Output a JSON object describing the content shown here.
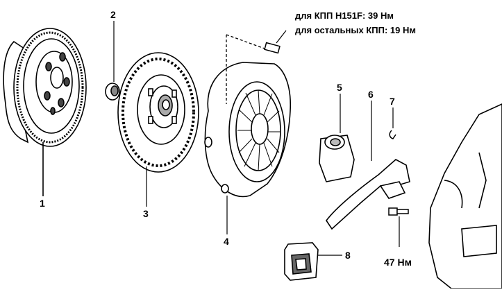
{
  "torque_notes": {
    "line1": "для КПП H151F: 39 Нм",
    "line2": "для остальных КПП: 19 Нм"
  },
  "callouts": {
    "c1": "1",
    "c2": "2",
    "c3": "3",
    "c4": "4",
    "c5": "5",
    "c6": "6",
    "c7": "7",
    "c8": "8"
  },
  "bolt_torque": "47 Нм"
}
